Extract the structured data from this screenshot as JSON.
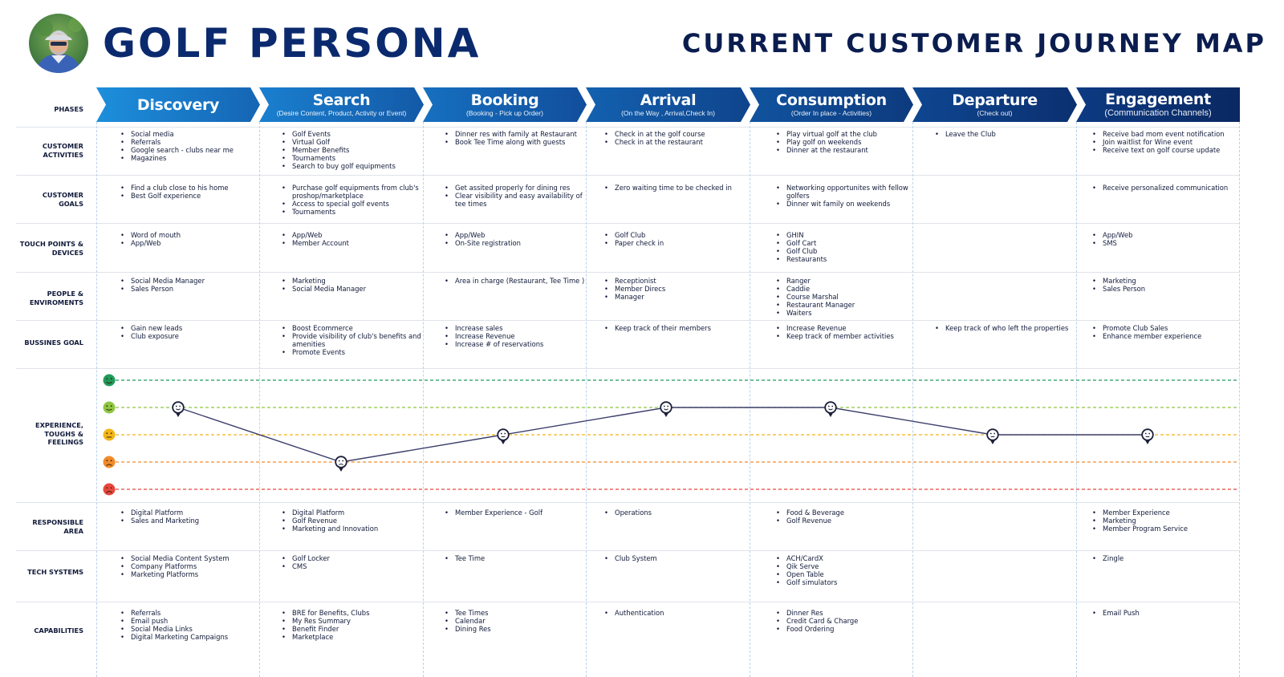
{
  "header": {
    "title_left": "GOLF PERSONA",
    "title_right": "CURRENT CUSTOMER JOURNEY MAP",
    "avatar_icon": "persona-photo"
  },
  "colors": {
    "title_blue": "#0b2a6e",
    "phase_gradient_start": "#1a86d4",
    "phase_gradient_end": "#0b1d5e",
    "journey_line": "#3b3f6a",
    "very_happy": "#1f9a5a",
    "happy": "#8ec641",
    "neutral": "#f3b51a",
    "unhappy": "#f08a2a",
    "very_unhappy": "#e8463c"
  },
  "row_labels": {
    "phases": "PHASES",
    "customer_activities": "CUSTOMER ACTIVITIES",
    "customer_goals": "CUSTOMER GOALS",
    "touch_points": "TOUCH POINTS & DEVICES",
    "people": "PEOPLE & ENVIROMENTS",
    "business_goal": "BUSSINES GOAL",
    "experience": "EXPERIENCE, TOUGHS & FEELINGS",
    "responsible_area": "RESPONSIBLE AREA",
    "tech_systems": "TECH SYSTEMS",
    "capabilities": "CAPABILITIES"
  },
  "phases": [
    {
      "name": "Discovery",
      "subtitle": ""
    },
    {
      "name": "Search",
      "subtitle": "(Desire Content, Product, Activity or Event)"
    },
    {
      "name": "Booking",
      "subtitle": "(Booking -  Pick up Order)"
    },
    {
      "name": "Arrival",
      "subtitle": "(On the Way , Arrival,Check In)"
    },
    {
      "name": "Consumption",
      "subtitle": "(Order In place  - Activities)"
    },
    {
      "name": "Departure",
      "subtitle": "(Check out)"
    },
    {
      "name": "Engagement",
      "subtitle": "(Communication Channels)"
    }
  ],
  "rows": {
    "customer_activities": [
      [
        "Social media",
        "Referrals",
        "Google search - clubs near me",
        "Magazines"
      ],
      [
        "Golf Events",
        "Virtual Golf",
        "Member Benefits",
        "Tournaments",
        "Search to buy golf equipments"
      ],
      [
        "Dinner res with family at Restaurant",
        "Book Tee Time along with guests"
      ],
      [
        "Check in at the golf course",
        "Check in at the restaurant"
      ],
      [
        "Play virtual golf at the club",
        "Play golf on weekends",
        "Dinner at the restaurant"
      ],
      [
        "Leave the Club"
      ],
      [
        "Receive bad mom event notification",
        "Join waitlist for Wine event",
        "Receive text on golf course update"
      ]
    ],
    "customer_goals": [
      [
        "Find a club close to his home",
        "Best Golf experience"
      ],
      [
        "Purchase golf equipments from club's proshop/marketplace",
        "Access to special golf events",
        "Tournaments"
      ],
      [
        "Get assited properly for dining res",
        "Clear visibility and easy availability of tee times"
      ],
      [
        "Zero waiting time to be checked in"
      ],
      [
        "Networking opportunites with fellow golfers",
        "Dinner wit family on weekends"
      ],
      [],
      [
        "Receive personalized communication"
      ]
    ],
    "touch_points": [
      [
        "Word of mouth",
        "App/Web"
      ],
      [
        "App/Web",
        "Member Account"
      ],
      [
        "App/Web",
        "On-Site registration"
      ],
      [
        "Golf Club",
        "Paper check in"
      ],
      [
        "GHIN",
        "Golf Cart",
        "Golf Club",
        "Restaurants"
      ],
      [],
      [
        "App/Web",
        "SMS"
      ]
    ],
    "people": [
      [
        "Social Media Manager",
        "Sales Person"
      ],
      [
        "Marketing",
        "Social Media Manager"
      ],
      [
        "Area in charge (Restaurant, Tee Time )"
      ],
      [
        "Receptionist",
        "Member Direcs",
        "Manager"
      ],
      [
        "Ranger",
        "Caddie",
        "Course Marshal",
        "Restaurant Manager",
        "Waiters"
      ],
      [],
      [
        "Marketing",
        "Sales Person"
      ]
    ],
    "business_goal": [
      [
        "Gain new leads",
        "Club exposure"
      ],
      [
        "Boost Ecommerce",
        "Provide visibility of club's benefits and amenities",
        "Promote Events"
      ],
      [
        "Increase sales",
        "Increase Revenue",
        "Increase # of reservations"
      ],
      [
        "Keep track of their members"
      ],
      [
        "Increase Revenue",
        "Keep track of member activities"
      ],
      [
        "Keep track of who left the properties"
      ],
      [
        "Promote Club Sales",
        "Enhance member experience"
      ]
    ],
    "responsible_area": [
      [
        "Digital Platform",
        "Sales and Marketing"
      ],
      [
        "Digital Platform",
        "Golf Revenue",
        "Marketing and Innovation"
      ],
      [
        "Member Experience - Golf"
      ],
      [
        "Operations"
      ],
      [
        "Food & Beverage",
        "Golf Revenue"
      ],
      [],
      [
        "Member Experience",
        "Marketing",
        "Member Program Service"
      ]
    ],
    "tech_systems": [
      [
        "Social Media Content System",
        "Company Platforms",
        "Marketing Platforms"
      ],
      [
        "Golf Locker",
        "CMS"
      ],
      [
        "Tee Time"
      ],
      [
        "Club System"
      ],
      [
        "ACH/CardX",
        "Qik Serve",
        "Open Table",
        "Golf simulators"
      ],
      [],
      [
        "Zingle"
      ]
    ],
    "capabilities": [
      [
        "Referrals",
        "Email push",
        "Social Media Links",
        "Digital Marketing Campaigns"
      ],
      [
        "BRE for Benefits, Clubs",
        "My Res Summary",
        "Benefit Finder",
        "Marketplace"
      ],
      [
        "Tee Times",
        "Calendar",
        "Dining Res"
      ],
      [
        "Authentication"
      ],
      [
        "Dinner Res",
        "Credit Card & Charge",
        "Food Ordering"
      ],
      [],
      [
        "Email Push"
      ]
    ]
  },
  "chart_data": {
    "type": "line",
    "categories": [
      "Discovery",
      "Search",
      "Booking",
      "Arrival",
      "Consumption",
      "Departure",
      "Engagement"
    ],
    "levels": [
      "very_happy",
      "happy",
      "neutral",
      "unhappy",
      "very_unhappy"
    ],
    "level_icons": [
      "very-happy-face-icon",
      "happy-face-icon",
      "neutral-face-icon",
      "unhappy-face-icon",
      "very-unhappy-face-icon"
    ],
    "values": [
      4,
      2,
      3,
      4,
      4,
      3,
      3
    ],
    "ylim": [
      1,
      5
    ],
    "grid": true
  }
}
